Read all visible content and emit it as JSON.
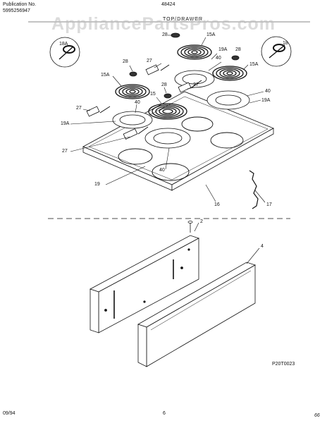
{
  "header": {
    "publication_label": "Publication No.",
    "publication_number": "5995256947",
    "model": "48424",
    "section_title": "TOP/DRAWER"
  },
  "watermark": "AppliancePartsPros.com",
  "part_labels": {
    "p28a": "28",
    "p15a_top": "15A",
    "p18a": "18A",
    "p18": "18",
    "p19a_top": "19A",
    "p28b": "28",
    "p27_top": "27",
    "p40_top": "40",
    "p15a_right": "15A",
    "p28c": "28",
    "p15a_left": "15A",
    "p28d": "28",
    "p27_mid": "27",
    "p40_left": "40",
    "p15": "15",
    "p40_right": "40",
    "p19a_right": "19A",
    "p27_left": "27",
    "p19a_left": "19A",
    "p27_bottom": "27",
    "p40_bottom": "40",
    "p19": "19",
    "p16": "16",
    "p17": "17",
    "p2": "2",
    "p4": "4"
  },
  "figure_code": "P20T0023",
  "footer": {
    "date": "09/94",
    "page": "6",
    "mark": "66"
  },
  "colors": {
    "ink": "#111111",
    "watermark": "#bebebe"
  }
}
